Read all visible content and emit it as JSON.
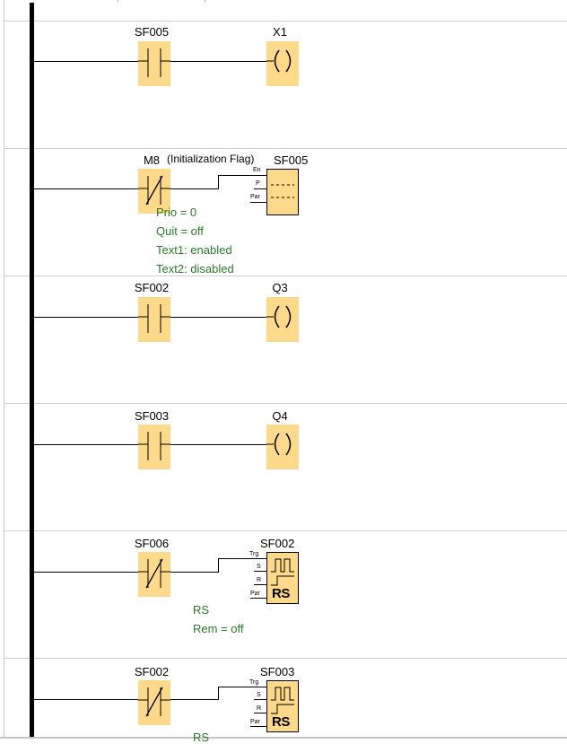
{
  "colors": {
    "element_fill": "#fcd98b",
    "parameter_text": "#2a7a2a",
    "wire": "#000000",
    "rung_separator": "#d0d0d0"
  },
  "rung1": {
    "contact_name": "SF005",
    "coil_name": "X1"
  },
  "rung2": {
    "contact_name": "M8",
    "annotation": "(Initialization Flag)",
    "block_name": "SF005",
    "pins": [
      "En",
      "P",
      "Par"
    ],
    "params": [
      "Prio = 0",
      "Quit = off",
      "Text1: enabled",
      "Text2: disabled"
    ]
  },
  "rung3": {
    "contact_name": "SF002",
    "coil_name": "Q3"
  },
  "rung4": {
    "contact_name": "SF003",
    "coil_name": "Q4"
  },
  "rung5": {
    "contact_name": "SF006",
    "block_name": "SF002",
    "pins": [
      "Trg",
      "S",
      "R",
      "Par"
    ],
    "block_symbol": "RS",
    "params": [
      "RS",
      "Rem = off"
    ]
  },
  "rung6": {
    "contact_name": "SF002",
    "block_name": "SF003",
    "pins": [
      "Trg",
      "S",
      "R",
      "Par"
    ],
    "block_symbol": "RS",
    "params": [
      "RS"
    ]
  }
}
